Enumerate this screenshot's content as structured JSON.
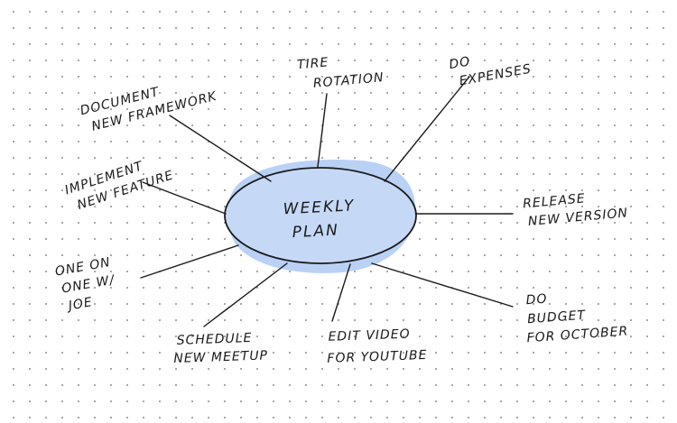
{
  "center": {
    "line1": "WEEKLY",
    "line2": "PLAN",
    "fill_color": "#c5d9f7",
    "oval_color": "#a9c6f3"
  },
  "nodes": {
    "document_framework": {
      "line1": "DOCUMENT",
      "line2": "NEW FRAMEWORK"
    },
    "tire_rotation": {
      "line1": "TIRE",
      "line2": "ROTATION"
    },
    "do_expenses": {
      "line1": "DO",
      "line2": "EXPENSES"
    },
    "implement_feature": {
      "line1": "IMPLEMENT",
      "line2": "NEW FEATURE"
    },
    "release_version": {
      "line1": "RELEASE",
      "line2": "NEW VERSION"
    },
    "one_on_one": {
      "line1": "ONE ON",
      "line2": "ONE W/",
      "line3": "JOE"
    },
    "do_budget": {
      "line1": "DO",
      "line2": "BUDGET",
      "line3": "FOR OCTOBER"
    },
    "schedule_meetup": {
      "line1": "SCHEDULE",
      "line2": "NEW MEETUP"
    },
    "edit_video": {
      "line1": "EDIT VIDEO",
      "line2": "FOR YOUTUBE"
    }
  }
}
